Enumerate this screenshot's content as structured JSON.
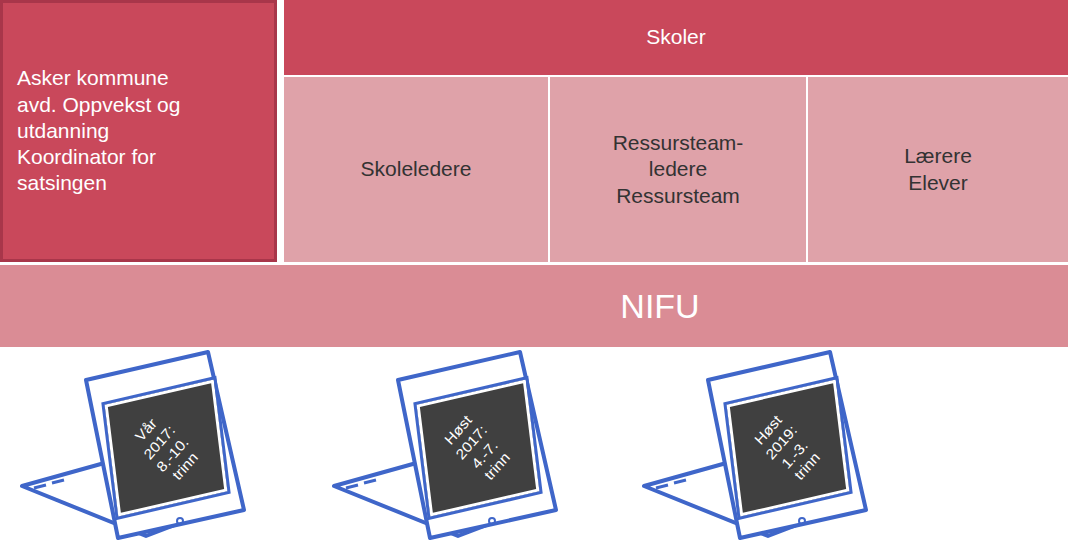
{
  "diagram": {
    "nodes": [
      {
        "text": [
          "Asker kommune avd. Oppvekst og utdanning Koordinator for satsingen"
        ]
      },
      {
        "text": [
          "Skoler"
        ]
      },
      {
        "text": [
          "Skoleledere"
        ]
      },
      {
        "text": [
          "Ressursteam- ledere Ressursteam"
        ]
      },
      {
        "text": [
          "Lærere Elever"
        ]
      },
      {
        "text": [
          "NIFU"
        ]
      },
      {
        "text": [
          "Vår 2017: 8.-10. trinn"
        ]
      },
      {
        "text": [
          "Høst 2017: 4.-7. trinn"
        ]
      },
      {
        "text": [
          "Høst 2019: 1.-3. trinn"
        ]
      }
    ]
  }
}
